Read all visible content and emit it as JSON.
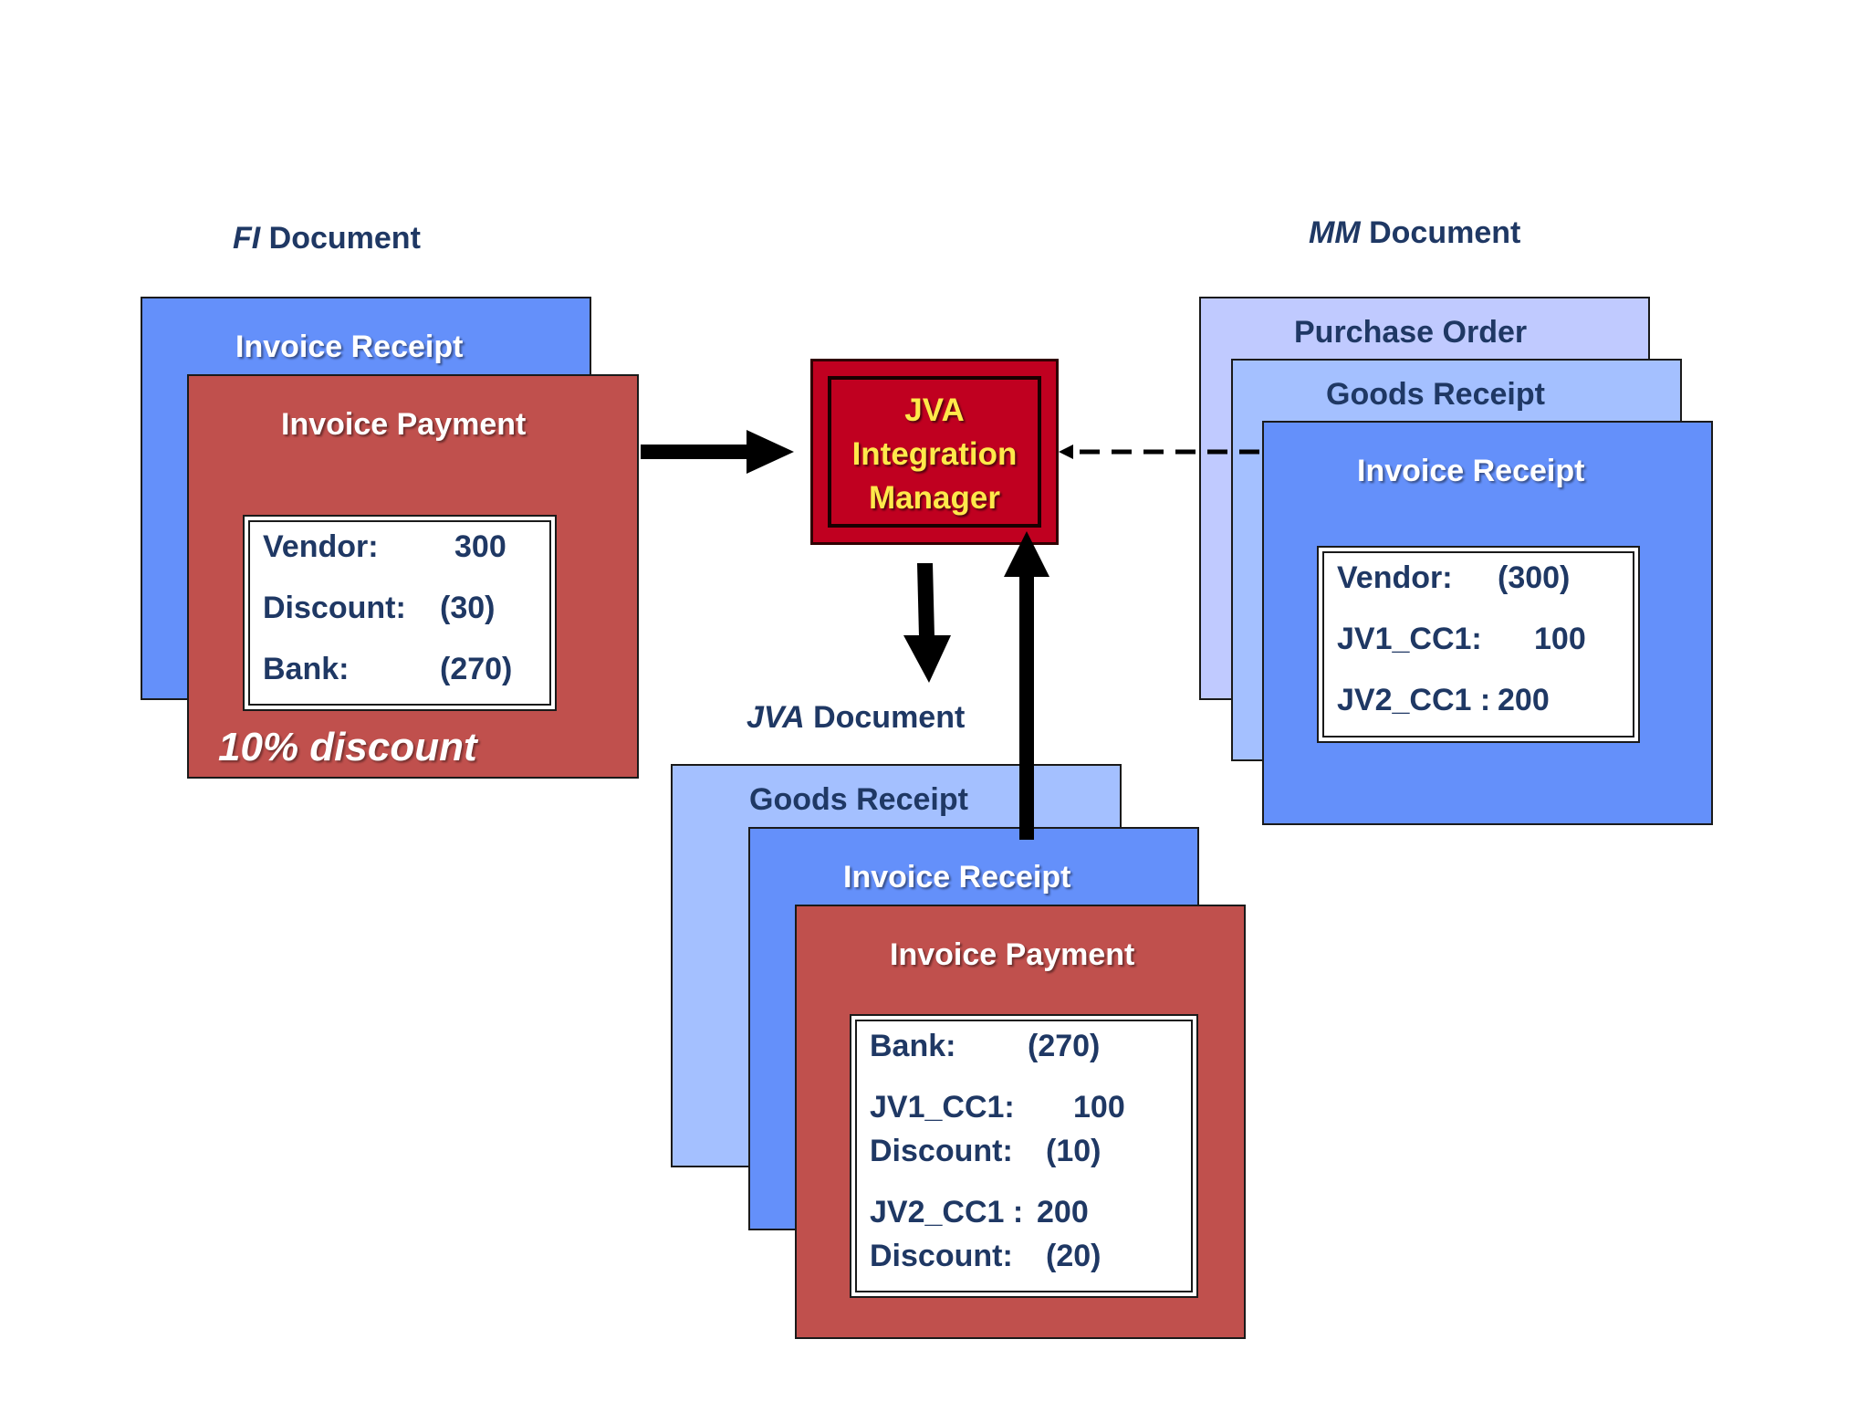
{
  "fi_heading": {
    "prefix": "FI",
    "suffix": " Document"
  },
  "mm_heading": {
    "prefix": "MM",
    "suffix": "  Document"
  },
  "jva_heading": {
    "prefix": "JVA",
    "suffix": " Document"
  },
  "fi": {
    "invoice_receipt": "Invoice Receipt",
    "invoice_payment": "Invoice Payment",
    "rows": [
      {
        "label": "Vendor:",
        "value": "300"
      },
      {
        "label": "Discount:",
        "value": "(30)"
      },
      {
        "label": "Bank:",
        "value": "(270)"
      }
    ],
    "note": "10% discount"
  },
  "manager": {
    "line1": "JVA",
    "line2": "Integration",
    "line3": "Manager"
  },
  "mm": {
    "purchase_order": "Purchase Order",
    "goods_receipt": "Goods Receipt",
    "invoice_receipt": "Invoice Receipt",
    "rows": [
      {
        "label": "Vendor:",
        "value": "(300)"
      },
      {
        "label": "JV1_CC1:",
        "value": "100"
      },
      {
        "label": "JV2_CC1 :",
        "value": "200"
      }
    ]
  },
  "jva": {
    "goods_receipt": "Goods Receipt",
    "invoice_receipt": "Invoice Receipt",
    "invoice_payment": "Invoice Payment",
    "rows": [
      {
        "label": "Bank:",
        "value": "(270)"
      },
      {
        "label": "JV1_CC1:",
        "value": "100"
      },
      {
        "label": "Discount:",
        "value": "(10)"
      },
      {
        "label": "JV2_CC1 :",
        "value": "200"
      },
      {
        "label": "Discount:",
        "value": "(20)"
      }
    ]
  },
  "colors": {
    "blue": "#6490fa",
    "light_blue": "#a4c0ff",
    "lavender": "#c0caff",
    "red": "#c0504d",
    "manager_red": "#c00020",
    "manager_text": "#ffe94a",
    "navy_text": "#1f3864"
  }
}
